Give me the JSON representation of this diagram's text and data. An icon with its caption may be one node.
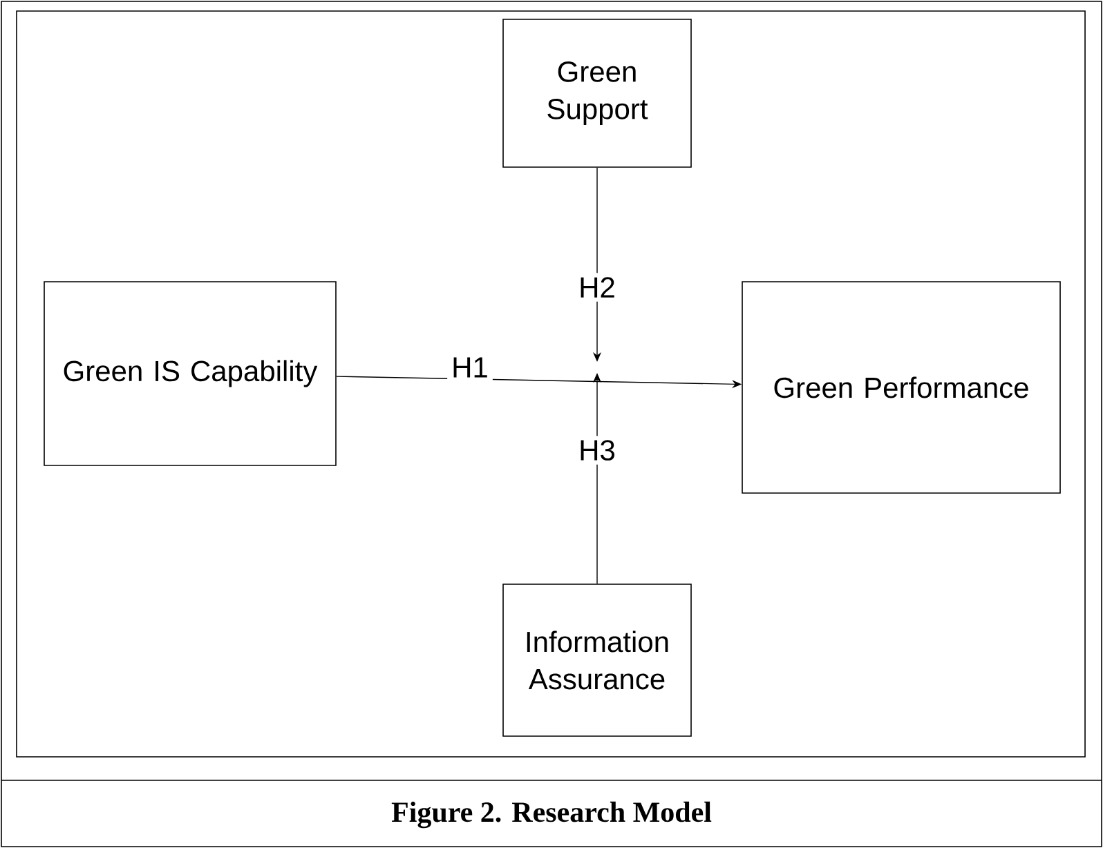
{
  "diagram": {
    "caption": "Figure 2. Research Model",
    "nodes": [
      {
        "text": [
          "Green Support"
        ]
      },
      {
        "text": [
          "Green IS Capability"
        ]
      },
      {
        "text": [
          "Green Performance"
        ]
      },
      {
        "text": [
          "Information Assurance"
        ]
      }
    ],
    "edges": [
      {
        "from": 1,
        "to": 2,
        "arrow": "to",
        "label": "H1"
      },
      {
        "from": 0,
        "to": null,
        "arrow": "to",
        "label": "H2"
      },
      {
        "from": 3,
        "to": null,
        "arrow": "to",
        "label": "H3"
      }
    ]
  }
}
